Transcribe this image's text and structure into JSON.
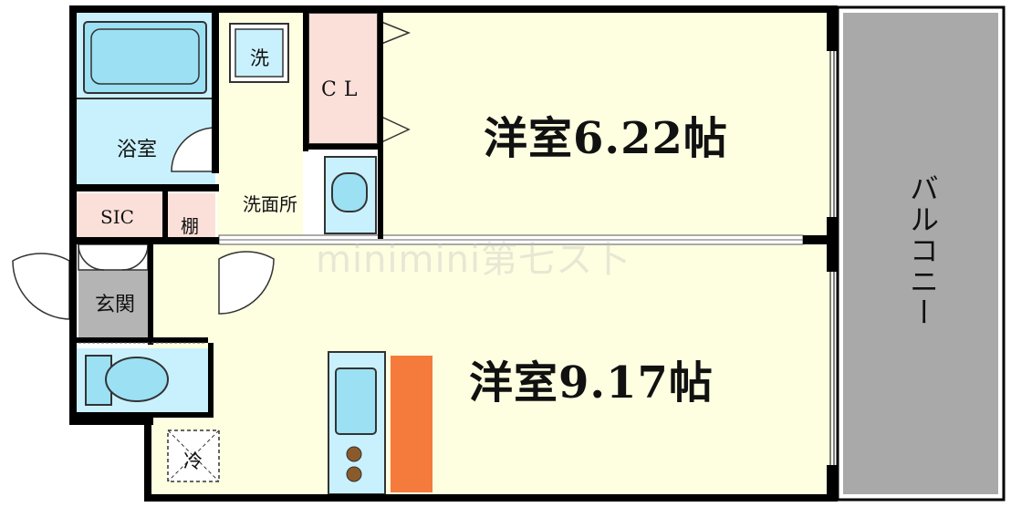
{
  "rooms": {
    "western_room_1": "洋室6.22帖",
    "western_room_2": "洋室9.17帖",
    "bathroom": "浴室",
    "washroom": "洗面所",
    "closet": "CL",
    "sic": "SIC",
    "shelf": "棚",
    "entrance": "玄関",
    "balcony": "バルコニー"
  },
  "fixtures": {
    "washer": "洗",
    "fridge": "冷"
  },
  "watermark": "minimini第七ス卜",
  "colors": {
    "room": "#fefee1",
    "bath": "#c9f1fd",
    "tub": "#9ce0f4",
    "closet": "#fbe0d9",
    "entrance": "#b4b4b4",
    "balcony": "#a9a9a9",
    "counter": "#f47b3c",
    "wall": "#000000"
  }
}
